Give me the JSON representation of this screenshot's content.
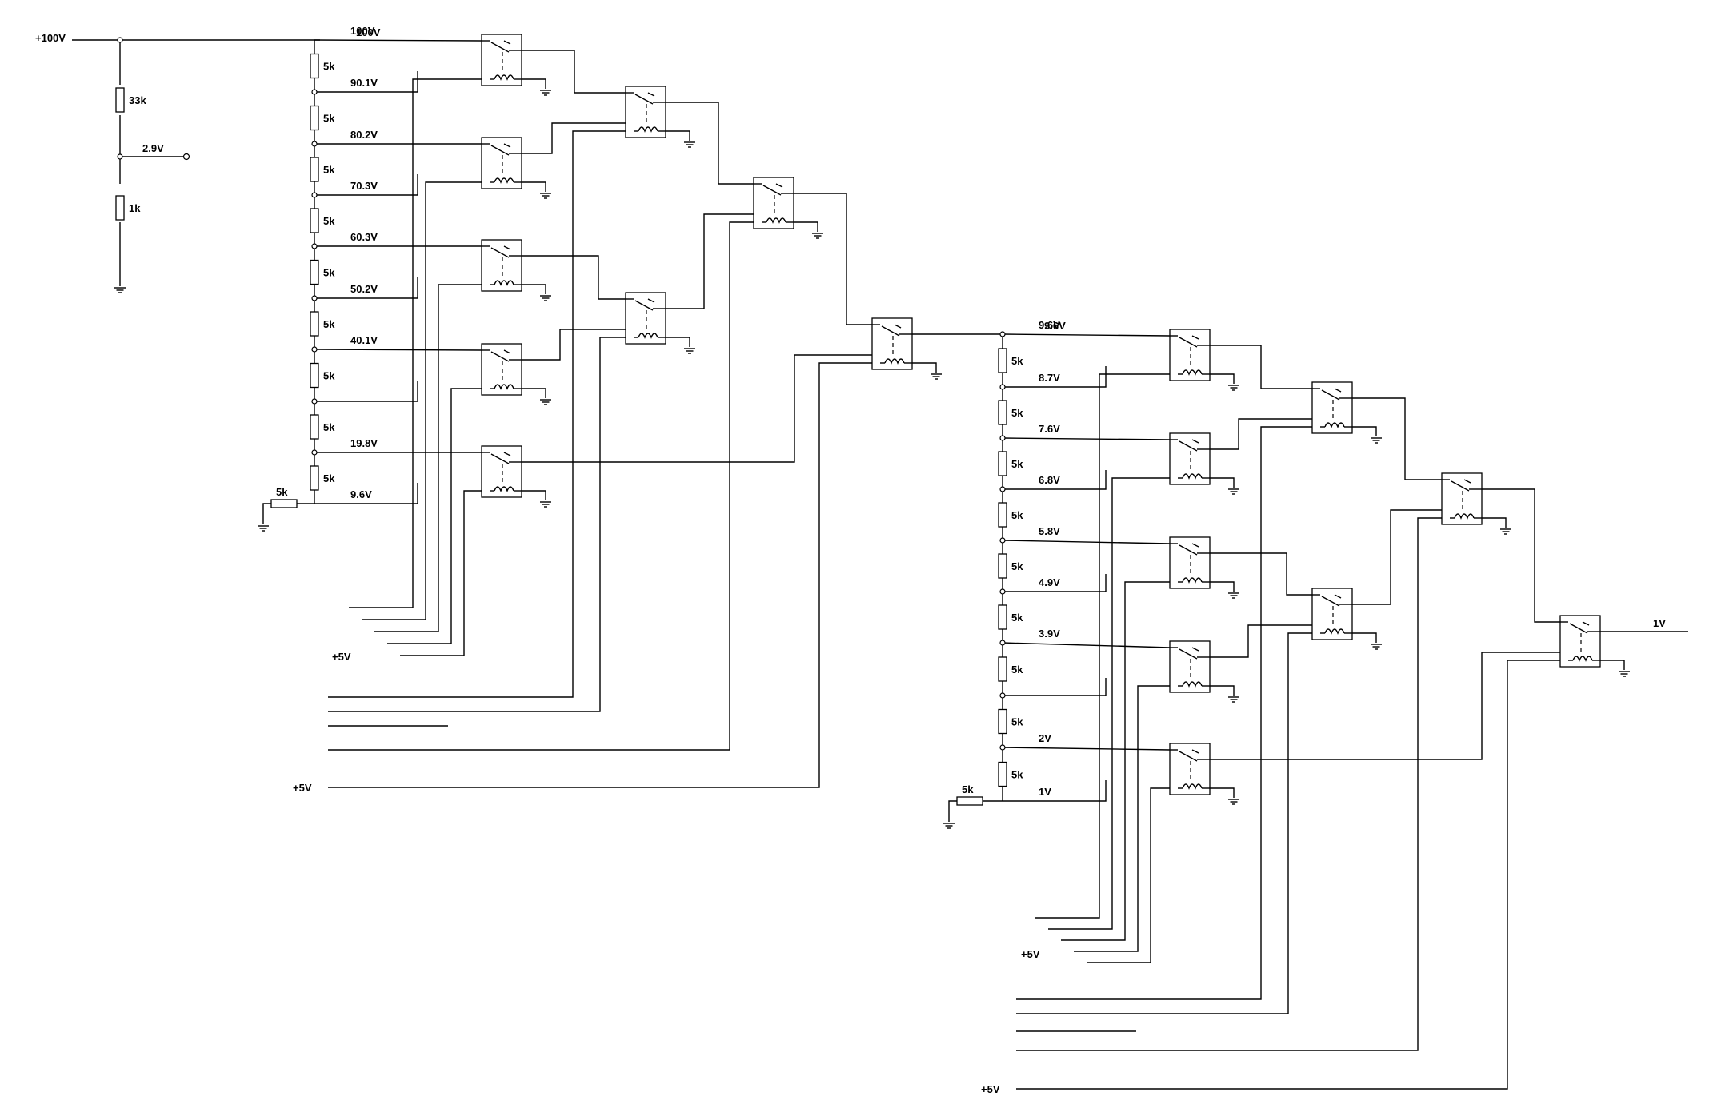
{
  "labels": {
    "supply": "+100V",
    "r_top": "33k",
    "r_bottom": "1k",
    "divider_out": "2.9V",
    "output": "1V",
    "ctrl_supply": "+5V"
  },
  "stage1": {
    "resistor_label": "5k",
    "taps": [
      "100V",
      "90.1V",
      "80.2V",
      "70.3V",
      "60.3V",
      "50.2V",
      "40.1V",
      "",
      "19.8V",
      "9.6V"
    ]
  },
  "stage2": {
    "resistor_label": "5k",
    "taps": [
      "9.6V",
      "8.7V",
      "7.6V",
      "6.8V",
      "5.8V",
      "4.9V",
      "3.9V",
      "",
      "2V",
      "1V"
    ]
  },
  "colors": {
    "line": "#000000",
    "background": "#ffffff"
  },
  "icons": [
    "relay-icon",
    "ground-icon",
    "resistor-icon",
    "terminal-icon"
  ]
}
